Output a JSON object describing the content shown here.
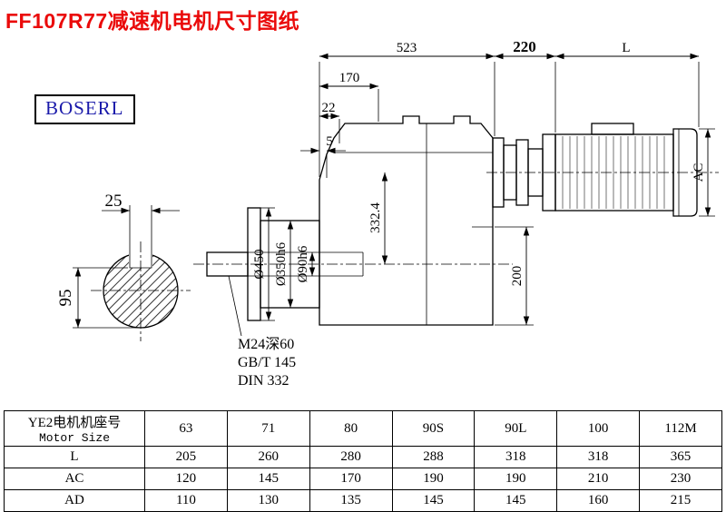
{
  "title": "FF107R77减速机电机尺寸图纸",
  "logo": {
    "text": "BOSERL"
  },
  "colors": {
    "title": "#ea0a0a",
    "logo_text": "#1a1aaa",
    "drawing_lines": "#000000",
    "background": "#ffffff"
  },
  "dims": {
    "overall_length": "523",
    "adapter_length": "220",
    "motor_length": "L",
    "d170": "170",
    "d22": "22",
    "d5": "5",
    "flange_dia": "Ø450",
    "spigot_dia": "Ø350h6",
    "shaft_dia": "Ø90h6",
    "center_height": "332.4",
    "d200": "200",
    "motor_dia": "AC",
    "key_width": "25",
    "key_height": "95",
    "tap": "M24深60",
    "std1": "GB/T 145",
    "std2": "DIN 332"
  },
  "table": {
    "header_line1": "YE2电机机座号",
    "header_line2": "Motor Size",
    "columns": [
      "63",
      "71",
      "80",
      "90S",
      "90L",
      "100",
      "112M"
    ],
    "rows": [
      {
        "label": "L",
        "values": [
          "205",
          "260",
          "280",
          "288",
          "318",
          "318",
          "365"
        ]
      },
      {
        "label": "AC",
        "values": [
          "120",
          "145",
          "170",
          "190",
          "190",
          "210",
          "230"
        ]
      },
      {
        "label": "AD",
        "values": [
          "110",
          "130",
          "135",
          "145",
          "145",
          "160",
          "215"
        ]
      }
    ]
  }
}
